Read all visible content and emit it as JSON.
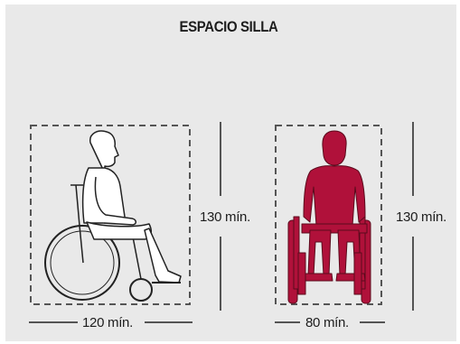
{
  "title": "ESPACIO SILLA",
  "figures": [
    {
      "view": "side",
      "width_label": "120 mín.",
      "height_label": "130 mín.",
      "figure_color": "#ffffff",
      "stroke_color": "#222222"
    },
    {
      "view": "front",
      "width_label": "80 mín.",
      "height_label": "130 mín.",
      "figure_color": "#b0113a",
      "stroke_color": "#5a0a1c"
    }
  ],
  "colors": {
    "panel_background": "#e9e9e9",
    "dashed_box": "#555555",
    "dimension_lines": "#222222"
  }
}
